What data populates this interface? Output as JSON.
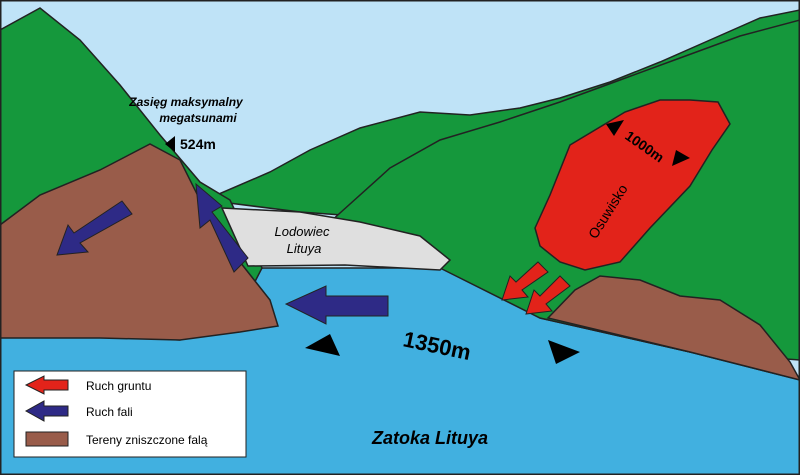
{
  "labels": {
    "max_reach_line1": "Zasięg maksymalny",
    "max_reach_line2": "megatsunami",
    "max_reach_height": "524m",
    "glacier_line1": "Lodowiec",
    "glacier_line2": "Lituya",
    "landslide_width": "1000m",
    "landslide_name": "Osuwisko",
    "bay_width": "1350m",
    "bay_name": "Zatoka Lituya"
  },
  "legend": {
    "items": [
      {
        "label": "Ruch gruntu",
        "color": "#e2231a"
      },
      {
        "label": "Ruch fali",
        "color": "#2e2a86"
      },
      {
        "label": "Tereny zniszczone falą",
        "color": "#995c4a"
      }
    ]
  },
  "colors": {
    "sky": "#bfe3f7",
    "water": "#41b0e0",
    "hills": "#15983c",
    "destroyed_land": "#995c4a",
    "glacier": "#dfdfdf",
    "landslide": "#e2231a",
    "wave_arrow": "#2e2a86"
  }
}
